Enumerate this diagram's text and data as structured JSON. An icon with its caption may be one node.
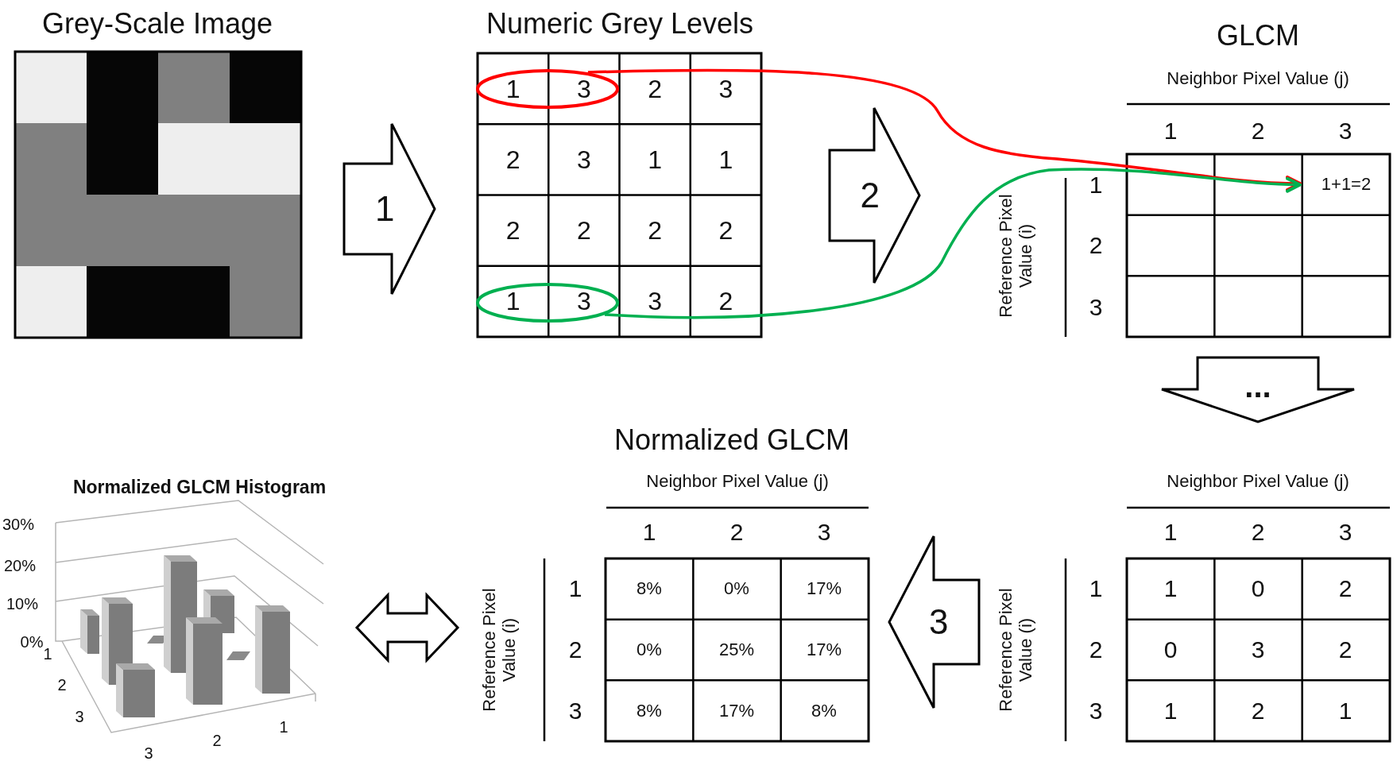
{
  "diagram": {
    "nodes": [
      {
        "text": [
          "Grey-Scale Image"
        ]
      },
      {
        "text": [
          "Numeric Grey Levels"
        ]
      },
      {
        "text": [],
        "shape": "ellipse",
        "in": 1
      },
      {
        "text": [],
        "shape": "ellipse",
        "in": 1
      },
      {
        "text": [
          "GLCM",
          "Neighbor Pixel Value (j)",
          "Reference Pixel Value (i)"
        ]
      },
      {
        "text": [
          "1+1=2"
        ],
        "in": 4
      },
      {
        "text": [
          "Neighbor Pixel Value (j)",
          "Reference Pixel Value (i)"
        ]
      },
      {
        "text": [
          "Normalized GLCM",
          "Neighbor Pixel Value (j)",
          "Reference Pixel Value (i)"
        ]
      },
      {
        "text": [
          "Normalized GLCM Histogram"
        ]
      }
    ],
    "edges": [
      {
        "from": 0,
        "to": 1,
        "arrow": "to",
        "label": "1"
      },
      {
        "from": 1,
        "to": 4,
        "arrow": "to",
        "label": "2"
      },
      {
        "from": 2,
        "to": 5,
        "arrow": "to",
        "color": "#ff0000"
      },
      {
        "from": 3,
        "to": 5,
        "arrow": "to",
        "color": "#00b050"
      },
      {
        "from": 4,
        "to": 6,
        "arrow": "to",
        "label": "..."
      },
      {
        "from": 6,
        "to": 7,
        "arrow": "to",
        "label": "3"
      },
      {
        "from": 8,
        "to": 7,
        "arrow": "both"
      }
    ],
    "labels": [
      "1",
      "3",
      "2",
      "3",
      "2",
      "3",
      "1",
      "1",
      "2",
      "2",
      "2",
      "2",
      "1",
      "3",
      "3",
      "2",
      "1",
      "2",
      "3",
      "1",
      "2",
      "3",
      "1",
      "2",
      "3",
      "1",
      "1",
      "0",
      "2",
      "2",
      "0",
      "3",
      "2",
      "3",
      "1",
      "2",
      "1",
      "1",
      "2",
      "3",
      "1",
      "8%",
      "0%",
      "17%",
      "2",
      "0%",
      "25%",
      "17%",
      "3",
      "8%",
      "17%",
      "8%",
      "30%",
      "20%",
      "10%",
      "0%",
      "1",
      "2",
      "3",
      "3",
      "2",
      "1"
    ]
  }
}
